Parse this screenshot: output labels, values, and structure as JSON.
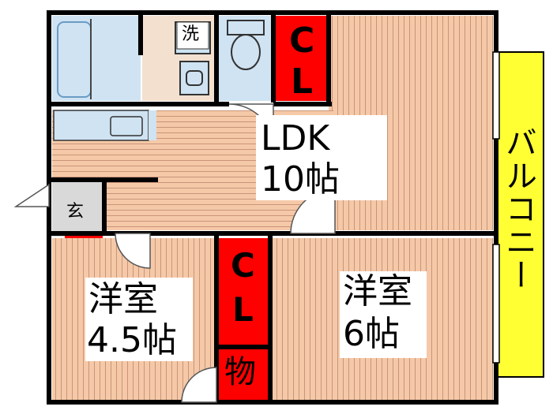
{
  "plan": {
    "rooms": {
      "ldk": {
        "name": "LDK",
        "size": "10帖"
      },
      "room_west": {
        "name": "洋室",
        "size": "4.5帖"
      },
      "room_east": {
        "name": "洋室",
        "size": "6帖"
      }
    },
    "closets": {
      "cl_top_letter1": "C",
      "cl_top_letter2": "L",
      "cl_mid_letter1": "C",
      "cl_mid_letter2": "L",
      "storage": "物"
    },
    "fixtures": {
      "laundry": "洗",
      "entrance": "玄"
    },
    "balcony": {
      "label": "バルコニー"
    },
    "colors": {
      "wall": "#000000",
      "floor_wood": "#f5c9a8",
      "floor_line": "#c9947a",
      "floor_plain": "#f3e0cf",
      "wet_area": "#cfe3f2",
      "closet_red": "#ff0000",
      "balcony_yellow": "#ffff33",
      "entrance_gray": "#d9d9d9"
    }
  }
}
